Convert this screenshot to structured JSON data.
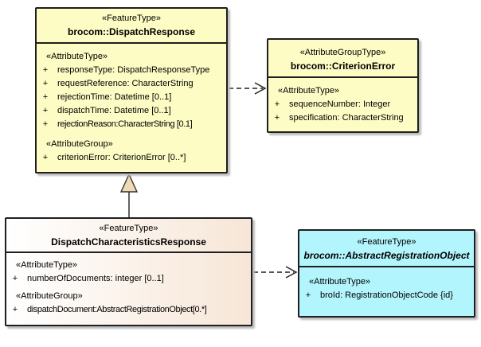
{
  "diagram": {
    "type": "uml-class-diagram",
    "colors": {
      "box_yellow": "#FDFCC4",
      "box_cyan": "#B3F5FD",
      "box_gradient_from": "#FFFFFF",
      "box_gradient_to": "#F7E6D7",
      "generalization_triangle_fill": "#F0D9B5",
      "border": "#1F1F1F",
      "background": "#FFFFFF"
    }
  },
  "boxes": {
    "dispatch_response": {
      "stereotype": "«FeatureType»",
      "name": "brocom::DispatchResponse",
      "rows": [
        {
          "section": "«AttributeType»"
        },
        {
          "vis": "+",
          "text": "responseType: DispatchResponseType"
        },
        {
          "vis": "+",
          "text": "requestReference: CharacterString"
        },
        {
          "vis": "+",
          "text": "rejectionTime: Datetime [0..1]"
        },
        {
          "vis": "+",
          "text": "dispatchTime: Datetime [0..1]"
        },
        {
          "vis": "+",
          "text": "rejectionReason:CharacterString [0.1]"
        },
        {
          "section": "«AttributeGroup»"
        },
        {
          "vis": "+",
          "text": "criterionError: CriterionError [0..*]"
        }
      ]
    },
    "criterion_error": {
      "stereotype": "«AttributeGroupType»",
      "name": "brocom::CriterionError",
      "rows": [
        {
          "section": "«AttributeType»"
        },
        {
          "vis": "+",
          "text": "sequenceNumber: Integer"
        },
        {
          "vis": "+",
          "text": "specification: CharacterString"
        }
      ]
    },
    "dispatch_characteristics_response": {
      "stereotype": "«FeatureType»",
      "name": "DispatchCharacteristicsResponse",
      "rows": [
        {
          "section": "«AttributeType»"
        },
        {
          "vis": "+",
          "text": "numberOfDocuments: integer [0..1]"
        },
        {
          "section": "«AttributeGroup»"
        },
        {
          "vis": "+",
          "text": "dispatchDocument:AbstractRegistrationObject[0.*]"
        }
      ]
    },
    "abstract_registration_object": {
      "stereotype": "«FeatureType»",
      "name": "brocom::AbstractRegistrationObject",
      "rows": [
        {
          "section": "«AttributeType»"
        },
        {
          "vis": "+",
          "text": "broId: RegistrationObjectCode {id}"
        }
      ]
    }
  },
  "connectors": [
    {
      "type": "dependency",
      "style": "dashed-open-arrow",
      "from": "brocom::DispatchResponse",
      "to": "brocom::CriterionError"
    },
    {
      "type": "generalization",
      "style": "solid-hollow-triangle",
      "from": "DispatchCharacteristicsResponse",
      "to": "brocom::DispatchResponse"
    },
    {
      "type": "dependency",
      "style": "dashed-open-arrow",
      "from": "DispatchCharacteristicsResponse",
      "to": "brocom::AbstractRegistrationObject"
    }
  ]
}
